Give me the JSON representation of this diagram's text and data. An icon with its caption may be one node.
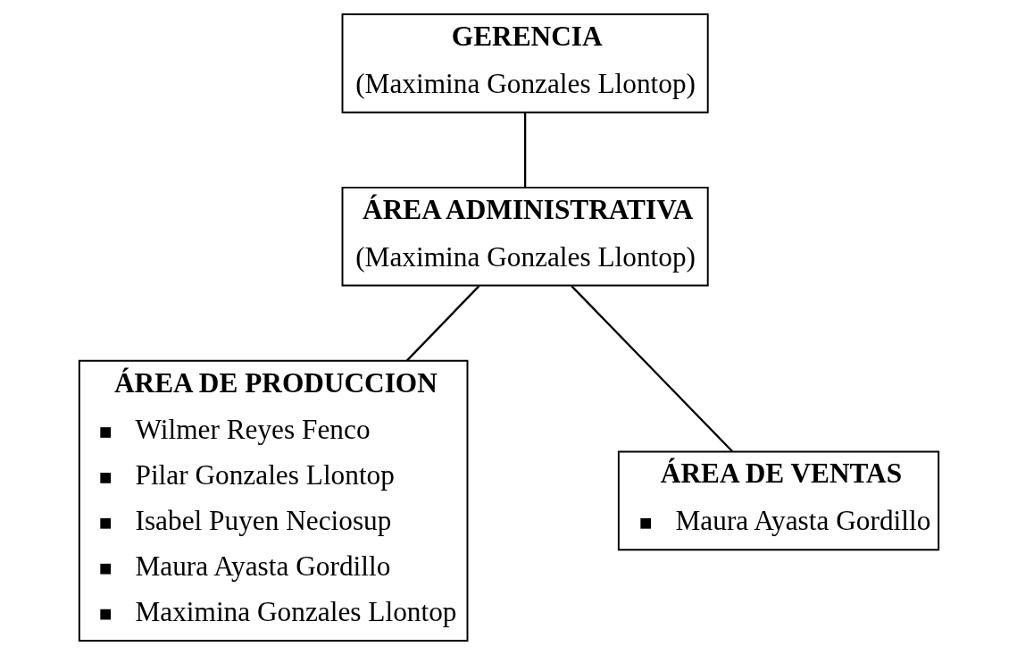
{
  "diagram": {
    "nodes": [
      {
        "text": [
          "GERENCIA",
          "(Maximina Gonzales Llontop)"
        ]
      },
      {
        "text": [
          "ÁREA ADMINISTRATIVA",
          "(Maximina Gonzales Llontop)"
        ]
      },
      {
        "text": [
          "ÁREA DE PRODUCCION",
          "Wilmer Reyes Fenco",
          "Pilar Gonzales Llontop",
          "Isabel Puyen Neciosup",
          "Maura Ayasta Gordillo",
          "Maximina Gonzales Llontop"
        ]
      },
      {
        "text": [
          "ÁREA DE VENTAS",
          "Maura Ayasta Gordillo"
        ]
      }
    ],
    "edges": [
      {
        "from": 0,
        "to": 1,
        "arrow": "none"
      },
      {
        "from": 1,
        "to": 2,
        "arrow": "none"
      },
      {
        "from": 1,
        "to": 3,
        "arrow": "none"
      }
    ]
  }
}
